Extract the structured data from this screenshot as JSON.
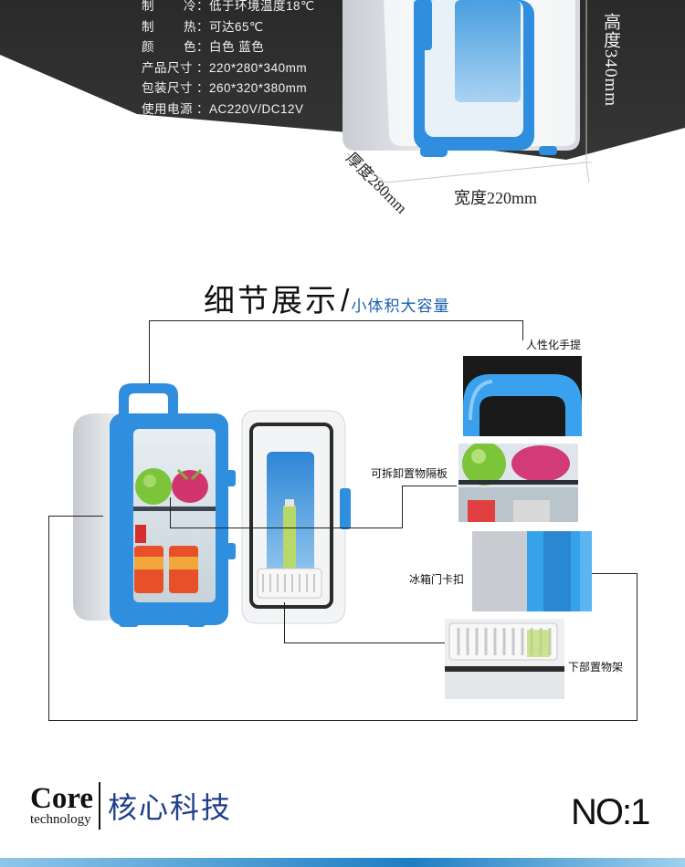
{
  "specs": [
    {
      "label": [
        "制",
        "冷"
      ],
      "value": "：低于环境温度18℃"
    },
    {
      "label": [
        "制",
        "热"
      ],
      "value": "：可达65℃"
    },
    {
      "label": [
        "颜",
        "色"
      ],
      "value": "：白色 蓝色"
    },
    {
      "label": [
        "产品尺寸"
      ],
      "value": "：220*280*340mm"
    },
    {
      "label": [
        "包装尺寸"
      ],
      "value": "：260*320*380mm"
    },
    {
      "label": [
        "使用电源"
      ],
      "value": "：AC220V/DC12V"
    }
  ],
  "dimensions": {
    "height": "高度340mm",
    "width": "宽度220mm",
    "depth": "厚度280mm"
  },
  "detail": {
    "title": "细节展示",
    "slash": "/",
    "subtitle": "小体积大容量"
  },
  "callouts": {
    "handle": "人性化手提",
    "shelf": "可拆卸置物隔板",
    "door_latch": "冰箱门卡扣",
    "bottom_rack": "下部置物架"
  },
  "brand": {
    "core": "Core",
    "technology": "technology",
    "cn": "核心科技"
  },
  "page_no": "NO:1",
  "colors": {
    "accent_blue": "#2f8fde",
    "dark_banner": "#333333",
    "heading_blue": "#1a5fae"
  }
}
